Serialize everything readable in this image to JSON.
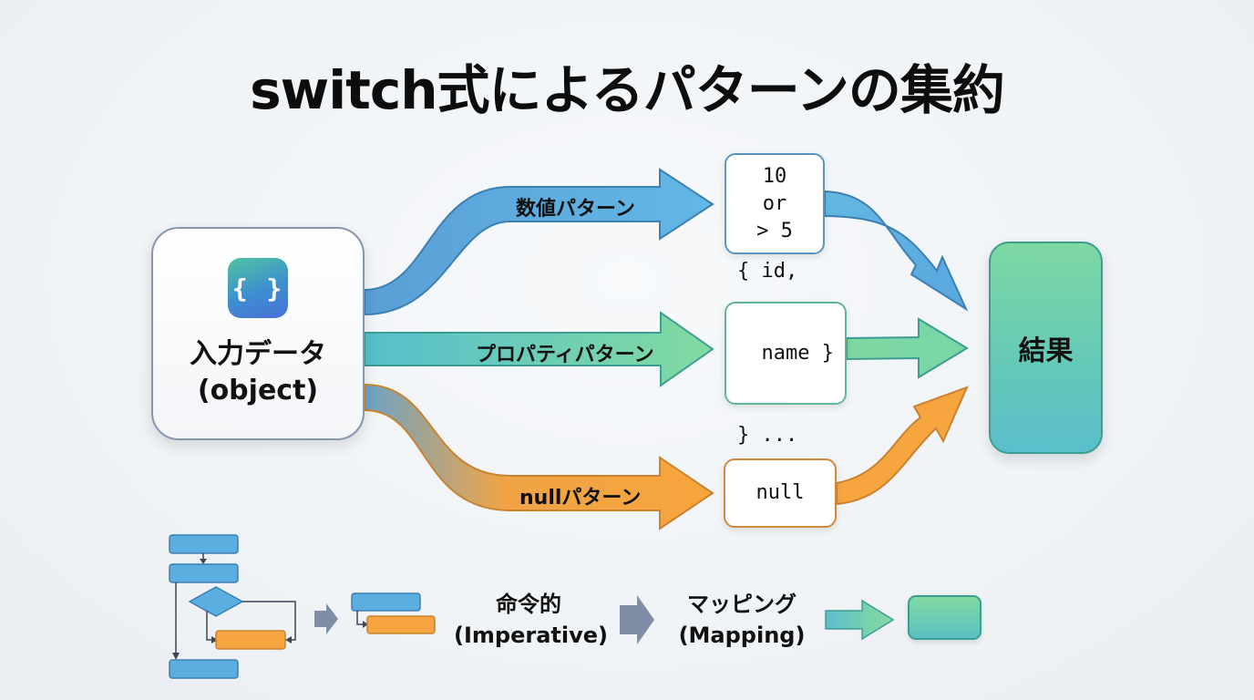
{
  "title": "switch式によるパターンの集約",
  "input": {
    "icon": "curly-braces-icon",
    "icon_glyph": "{ }",
    "label_line1": "入力データ",
    "label_line2": "(object)"
  },
  "paths": [
    {
      "name": "numeric",
      "label": "数値パターン",
      "color": "#5aaee0",
      "border": "#3c7fb2",
      "case_lines": [
        "10",
        "or",
        "> 5"
      ]
    },
    {
      "name": "property",
      "label": "プロパティパターン",
      "color": "#7fd8a2",
      "border": "#3e9d92",
      "case_lines": [
        "{ id,",
        "  name }",
        "} ..."
      ]
    },
    {
      "name": "null",
      "label": "nullパターン",
      "color": "#f6a53f",
      "border": "#c98230",
      "case_lines": [
        "null"
      ]
    }
  ],
  "result": {
    "label": "結果"
  },
  "bottom": {
    "imperative_line1": "命令的",
    "imperative_line2": "(Imperative)",
    "mapping_line1": "マッピング",
    "mapping_line2": "(Mapping)"
  },
  "colors": {
    "blue": "#5aaee0",
    "green": "#7fd8a2",
    "orange": "#f6a53f",
    "teal": "#5bbfcc",
    "slate": "#7f8ea6"
  }
}
